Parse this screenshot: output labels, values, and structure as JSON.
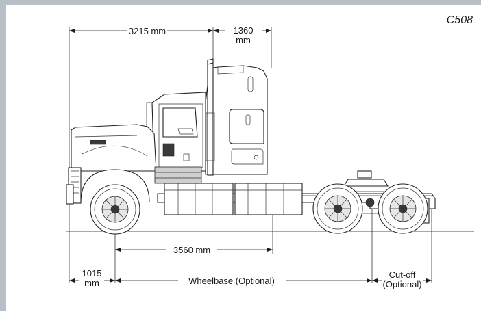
{
  "model_code": "C508",
  "dimensions": {
    "front_overhang_to_cab": "3215 mm",
    "cab_rear_line1": "1360",
    "cab_rear_line2": "mm",
    "front_axle_to_tank": "3560 mm",
    "front_overhang_line1": "1015",
    "front_overhang_line2": "mm",
    "wheelbase": "Wheelbase (Optional)",
    "cutoff_line1": "Cut-off",
    "cutoff_line2": "(Optional)"
  },
  "colors": {
    "frame_border": "#b9bfc6",
    "line": "#1a1a1a"
  }
}
